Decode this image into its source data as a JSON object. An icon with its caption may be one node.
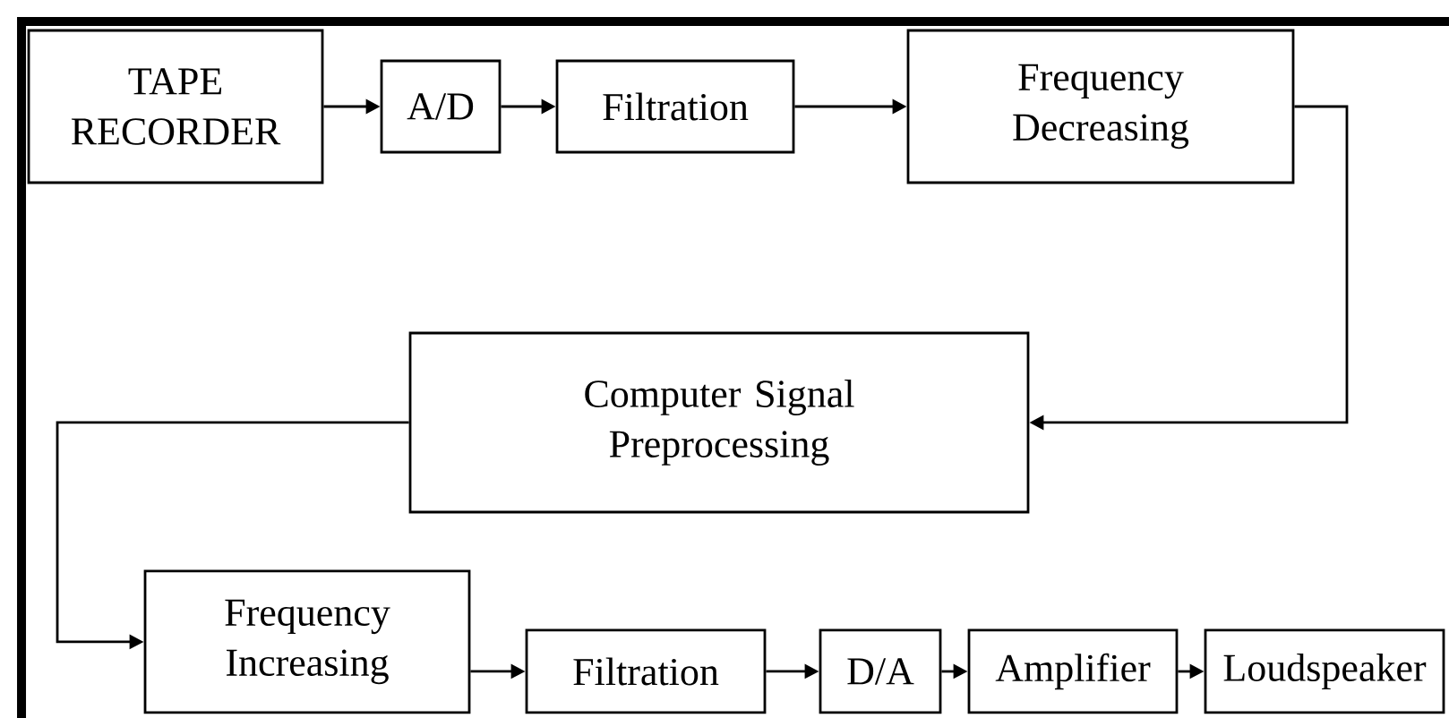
{
  "diagram": {
    "nodes": [
      {
        "text": [
          "TAPE RECORDER"
        ]
      },
      {
        "text": [
          "A/D"
        ]
      },
      {
        "text": [
          "Filtration"
        ]
      },
      {
        "text": [
          "Frequency Decreasing"
        ]
      },
      {
        "text": [
          "Computer Signal Preprocessing"
        ]
      },
      {
        "text": [
          "Frequency Increasing"
        ]
      },
      {
        "text": [
          "Filtration"
        ]
      },
      {
        "text": [
          "D/A"
        ]
      },
      {
        "text": [
          "Amplifier"
        ]
      },
      {
        "text": [
          "Loudspeaker"
        ]
      }
    ],
    "edges": [
      {
        "from": 0,
        "to": 1,
        "arrow": "to"
      },
      {
        "from": 1,
        "to": 2,
        "arrow": "to"
      },
      {
        "from": 2,
        "to": 3,
        "arrow": "to"
      },
      {
        "from": 3,
        "to": 4,
        "arrow": "to"
      },
      {
        "from": 4,
        "to": 5,
        "arrow": "to"
      },
      {
        "from": 5,
        "to": 6,
        "arrow": "to"
      },
      {
        "from": 6,
        "to": 7,
        "arrow": "to"
      },
      {
        "from": 7,
        "to": 8,
        "arrow": "to"
      },
      {
        "from": 8,
        "to": 9,
        "arrow": "to"
      }
    ]
  }
}
